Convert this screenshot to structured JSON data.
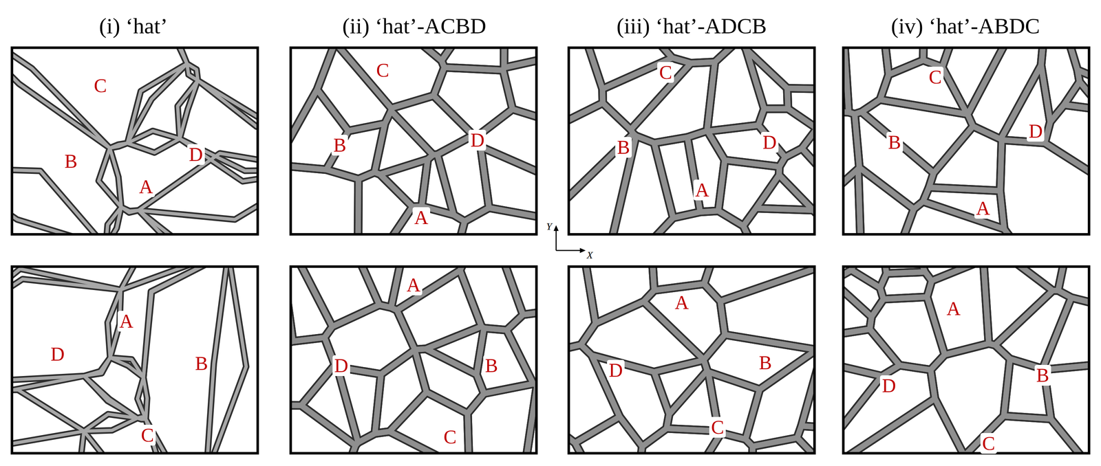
{
  "diagram": {
    "labels": [
      "(i) ‘hat’",
      "(ii) ‘hat’-ACBD",
      "(iii) ‘hat’-ADCB",
      "(iv) ‘hat’-ABDC",
      "C",
      "B",
      "D",
      "A",
      "C",
      "B",
      "D",
      "A",
      "C",
      "B",
      "D",
      "A",
      "C",
      "B",
      "D",
      "A",
      "A",
      "D",
      "B",
      "C",
      "A",
      "D",
      "B",
      "C",
      "A",
      "D",
      "B",
      "C",
      "A",
      "D",
      "B",
      "C",
      "Y",
      "X"
    ]
  }
}
